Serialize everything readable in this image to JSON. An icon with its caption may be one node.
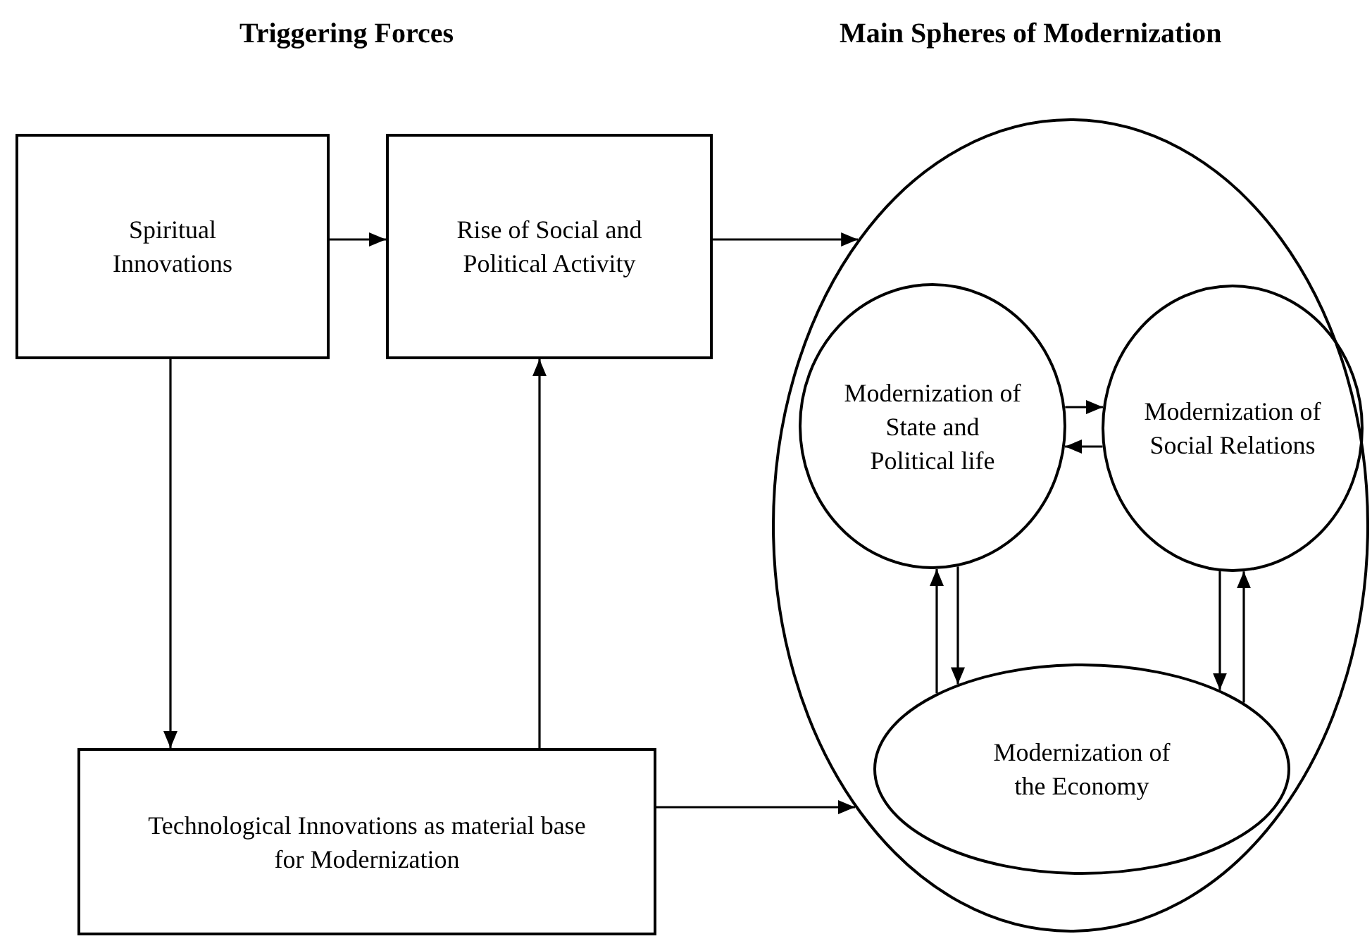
{
  "diagram": {
    "nodes": [
      {
        "text": [
          "Spiritual Innovations"
        ]
      },
      {
        "text": [
          "Rise of Social and Political Activity"
        ]
      },
      {
        "text": [],
        "shape": "ellipse"
      },
      {
        "text": [
          "Modernization of State and Political life"
        ],
        "in": 2
      },
      {
        "text": [
          "Modernization of Social Relations"
        ],
        "in": 2
      },
      {
        "text": [
          "Modernization of the Economy"
        ],
        "in": 2
      },
      {
        "text": [
          "Technological Innovations as material base for Modernization"
        ]
      }
    ],
    "edges": [
      {
        "from": 0,
        "to": 1,
        "arrow": "to"
      },
      {
        "from": 0,
        "to": 6,
        "arrow": "to"
      },
      {
        "from": 6,
        "to": 1,
        "arrow": "to"
      },
      {
        "from": 1,
        "to": 2,
        "arrow": "to"
      },
      {
        "from": 6,
        "to": 2,
        "arrow": "to"
      },
      {
        "from": 3,
        "to": 4,
        "arrow": "to"
      },
      {
        "from": 4,
        "to": 3,
        "arrow": "to"
      },
      {
        "from": 5,
        "to": 3,
        "arrow": "to"
      },
      {
        "from": 3,
        "to": 5,
        "arrow": "to"
      },
      {
        "from": 4,
        "to": 5,
        "arrow": "to"
      },
      {
        "from": 5,
        "to": 4,
        "arrow": "to"
      }
    ],
    "labels": [
      "Triggering Forces",
      "Main Spheres of Modernization"
    ]
  }
}
